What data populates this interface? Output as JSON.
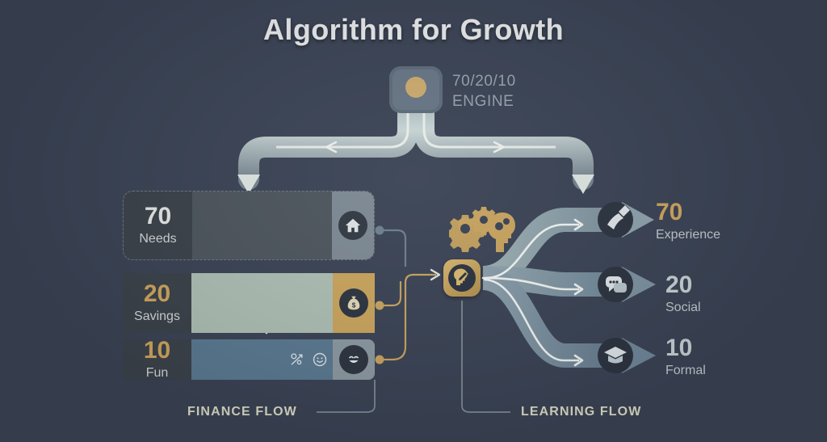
{
  "title": "Algorithm for Growth",
  "engine": {
    "line1": "70/20/10",
    "line2": "ENGINE",
    "icon": "engine-node-icon"
  },
  "finance": {
    "caption": "FINANCE FLOW",
    "rows": [
      {
        "num": "70",
        "label": "Needs",
        "icon": "house-icon",
        "accent": "#ffffff"
      },
      {
        "num": "20",
        "label": "Savings",
        "icon": "money-bag-icon",
        "accent": "#cfa65f"
      },
      {
        "num": "10",
        "label": "Fun",
        "icon": "smiley-icon",
        "accent": "#cfa65f"
      }
    ]
  },
  "learning": {
    "caption": "LEARNING FLOW",
    "hub_icon": "head-with-pencil-icon",
    "gears_icon": "gears-brain-icon",
    "rows": [
      {
        "num": "70",
        "label": "Experience",
        "icon": "hands-on-icon",
        "accent": "#cfa65f"
      },
      {
        "num": "20",
        "label": "Social",
        "icon": "chat-bubbles-icon",
        "accent": "#c9d1d6"
      },
      {
        "num": "10",
        "label": "Formal",
        "icon": "graduation-cap-icon",
        "accent": "#c9d1d6"
      }
    ]
  },
  "colors": {
    "background": "#3b4456",
    "gold": "#cfa65f",
    "cream": "#ddddc6",
    "pipe": "#8a9aa4",
    "needs_bar": "#4e565e",
    "savings_bar": "#aebfb4",
    "fun_bar": "#5b7a92"
  }
}
